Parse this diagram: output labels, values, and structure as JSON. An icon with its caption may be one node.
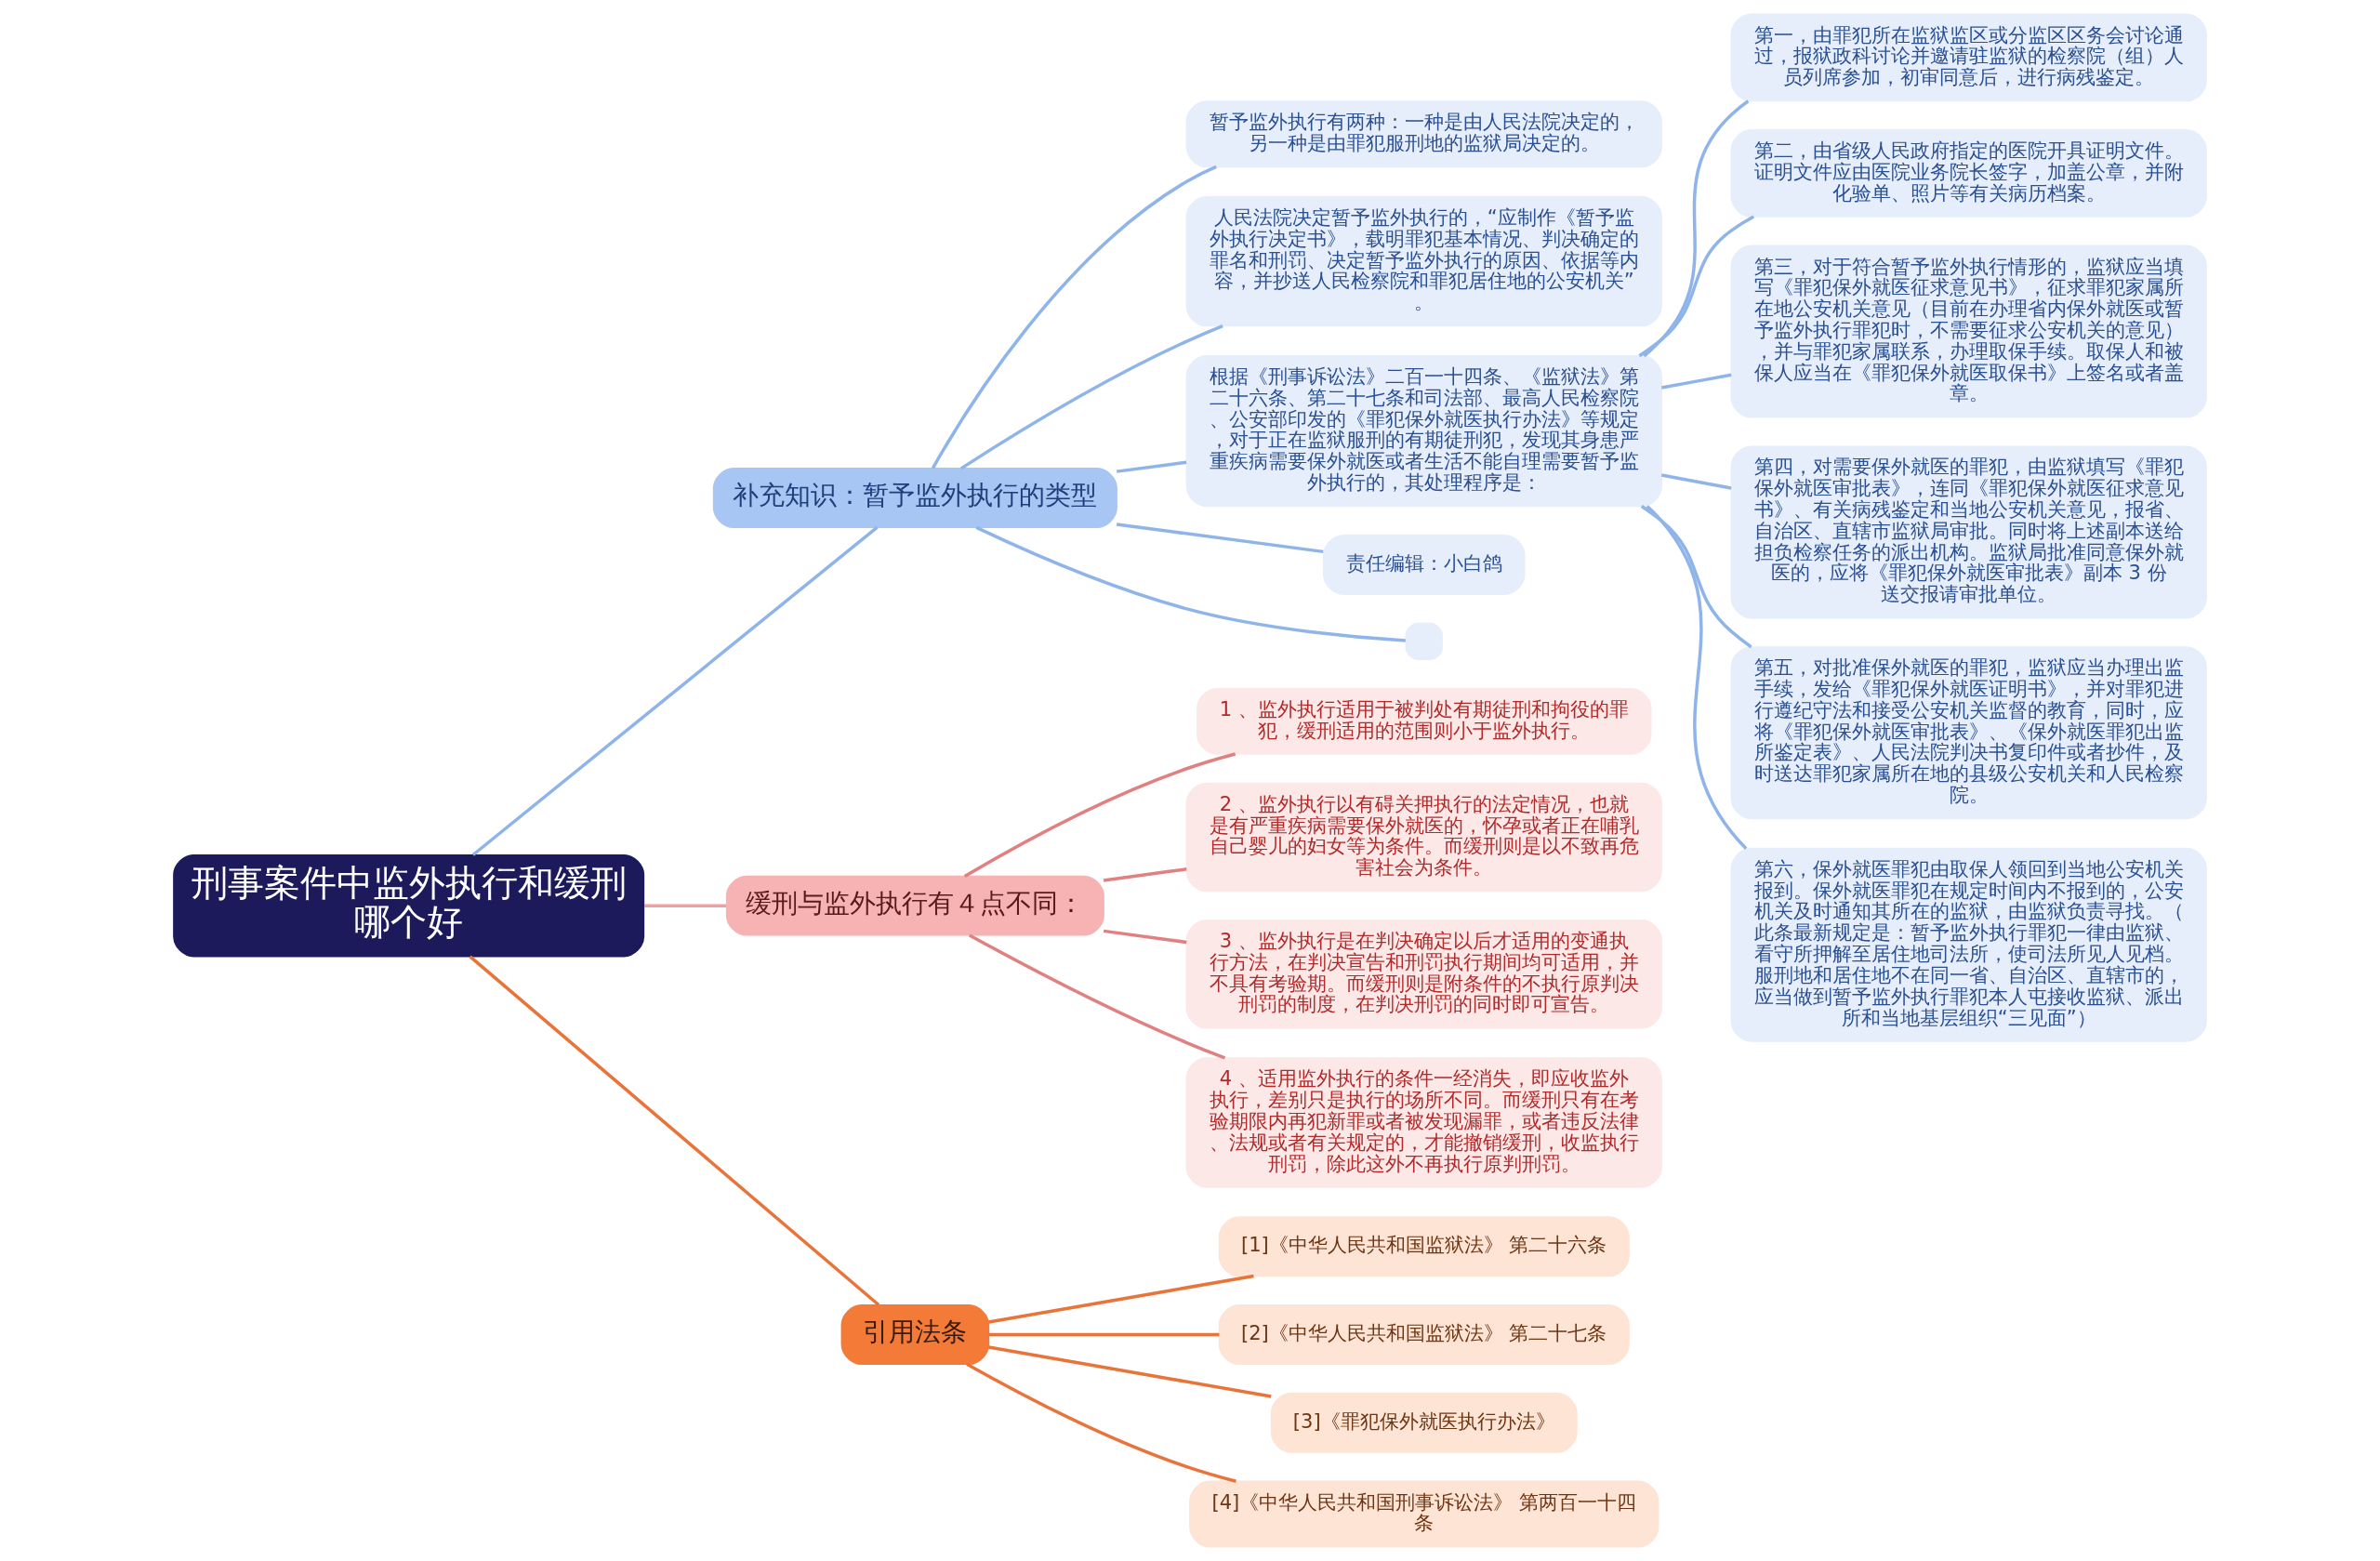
{
  "diagram": {
    "nodes": [
      {
        "text": [
          "刑事案件中监外执行和缓刑哪个好"
        ]
      },
      {
        "text": [
          "补充知识：暂予监外执行的类型"
        ]
      },
      {
        "text": [
          "暂予监外执行有两种：一种是由人民法院决定的，另一种是由罪犯服刑地的监狱局决定的。"
        ]
      },
      {
        "text": [
          "人民法院决定暂予监外执行的，“应制作《暂予监外执行决定书》，载明罪犯基本情况、判决确定的罪名和刑罚、决定暂予监外执行的原因、依据等内容，并抄送人民检察院和罪犯居住地的公安机关”。"
        ]
      },
      {
        "text": [
          "根据《刑事诉讼法》二百一十四条、《监狱法》第二十六条、第二十七条和司法部、最高人民检察院、公安部印发的《罪犯保外就医执行办法》等规定，对于正在监狱服刑的有期徒刑犯，发现其身患严重疾病需要保外就医或者生活不能自理需要暂予监外执行的，其处理程序是："
        ]
      },
      {
        "text": [
          "第一，由罪犯所在监狱监区或分监区区务会讨论通过，报狱政科讨论并邀请驻监狱的检察院（组）人员列席参加，初审同意后，进行病残鉴定。"
        ]
      },
      {
        "text": [
          "第二，由省级人民政府指定的医院开具证明文件。证明文件应由医院业务院长签字，加盖公章，并附化验单、照片等有关病历档案。"
        ]
      },
      {
        "text": [
          "第三，对于符合暂予监外执行情形的，监狱应当填写《罪犯保外就医征求意见书》，征求罪犯家属所在地公安机关意见（目前在办理省内保外就医或暂予监外执行罪犯时，不需要征求公安机关的意见），并与罪犯家属联系，办理取保手续。取保人和被保人应当在《罪犯保外就医取保书》上签名或者盖章。"
        ]
      },
      {
        "text": [
          "第四，对需要保外就医的罪犯，由监狱填写《罪犯保外就医审批表》，连同《罪犯保外就医征求意见书》、有关病残鉴定和当地公安机关意见，报省、自治区、直辖市监狱局审批。同时将上述副本送给担负检察任务的派出机构。监狱局批准同意保外就医的，应将《罪犯保外就医审批表》副本 3 份送交报请审批单位。"
        ]
      },
      {
        "text": [
          "第五，对批准保外就医的罪犯，监狱应当办理出监手续，发给《罪犯保外就医证明书》，并对罪犯进行遵纪守法和接受公安机关监督的教育，同时，应将《罪犯保外就医审批表》、《保外就医罪犯出监所鉴定表》、人民法院判决书复印件或者抄件，及时送达罪犯家属所在地的县级公安机关和人民检察院。"
        ]
      },
      {
        "text": [
          "第六，保外就医罪犯由取保人领回到当地公安机关报到。保外就医罪犯在规定时间内不报到的，公安机关及时通知其所在的监狱，由监狱负责寻找。（此条最新规定是：暂予监外执行罪犯一律由监狱、看守所押解至居住地司法所，使司法所见人见档。服刑地和居住地不在同一省、自治区、直辖市的，应当做到暂予监外执行罪犯本人屯接收监狱、派出所和当地基层组织“三见面”）"
        ]
      },
      {
        "text": [
          "责任编辑：小白鸽"
        ]
      },
      {
        "text": [],
        "shape": "box"
      },
      {
        "text": [
          "缓刑与监外执行有４点不同："
        ]
      },
      {
        "text": [
          "1 、监外执行适用于被判处有期徒刑和拘役的罪犯，缓刑适用的范围则小于监外执行。"
        ]
      },
      {
        "text": [
          "2 、监外执行以有碍关押执行的法定情况，也就是有严重疾病需要保外就医的，怀孕或者正在哺乳自己婴儿的妇女等为条件。而缓刑则是以不致再危害社会为条件。"
        ]
      },
      {
        "text": [
          "3 、监外执行是在判决确定以后才适用的变通执行方法，在判决宣告和刑罚执行期间均可适用，并不具有考验期。而缓刑则是附条件的不执行原判决刑罚的制度，在判决刑罚的同时即可宣告。"
        ]
      },
      {
        "text": [
          "4 、适用监外执行的条件一经消失，即应收监外执行，差别只是执行的场所不同。而缓刑只有在考验期限内再犯新罪或者被发现漏罪，或者违反法律、法规或者有关规定的，才能撤销缓刑，收监执行刑罚，除此这外不再执行原判刑罚。"
        ]
      },
      {
        "text": [
          "引用法条"
        ]
      },
      {
        "text": [
          "[1]《中华人民共和国监狱法》 第二十六条"
        ]
      },
      {
        "text": [
          "[2]《中华人民共和国监狱法》 第二十七条"
        ]
      },
      {
        "text": [
          "[3]《罪犯保外就医执行办法》"
        ]
      },
      {
        "text": [
          "[4]《中华人民共和国刑事诉讼法》 第两百一十四条"
        ]
      }
    ],
    "edges": [
      {
        "from": 0,
        "to": 1,
        "arrow": "none"
      },
      {
        "from": 1,
        "to": 2,
        "arrow": "none"
      },
      {
        "from": 1,
        "to": 3,
        "arrow": "none"
      },
      {
        "from": 1,
        "to": 4,
        "arrow": "none"
      },
      {
        "from": 4,
        "to": 5,
        "arrow": "none"
      },
      {
        "from": 4,
        "to": 6,
        "arrow": "none"
      },
      {
        "from": 4,
        "to": 7,
        "arrow": "none"
      },
      {
        "from": 4,
        "to": 8,
        "arrow": "none"
      },
      {
        "from": 4,
        "to": 9,
        "arrow": "none"
      },
      {
        "from": 4,
        "to": 10,
        "arrow": "none"
      },
      {
        "from": 1,
        "to": 11,
        "arrow": "none"
      },
      {
        "from": 1,
        "to": 12,
        "arrow": "none"
      },
      {
        "from": 0,
        "to": 13,
        "arrow": "none",
        "color": "#f0a0a0"
      },
      {
        "from": 13,
        "to": 14,
        "arrow": "none",
        "color": "#e08080"
      },
      {
        "from": 13,
        "to": 15,
        "arrow": "none",
        "color": "#e08080"
      },
      {
        "from": 13,
        "to": 16,
        "arrow": "none",
        "color": "#e08080"
      },
      {
        "from": 13,
        "to": 17,
        "arrow": "none",
        "color": "#e08080"
      },
      {
        "from": 0,
        "to": 18,
        "arrow": "none",
        "color": "#e8743a"
      },
      {
        "from": 18,
        "to": 19,
        "arrow": "none",
        "color": "#e8743a"
      },
      {
        "from": 18,
        "to": 20,
        "arrow": "none",
        "color": "#e8743a"
      },
      {
        "from": 18,
        "to": 21,
        "arrow": "none",
        "color": "#e8743a"
      },
      {
        "from": 18,
        "to": 22,
        "arrow": "none",
        "color": "#e8743a"
      }
    ]
  }
}
